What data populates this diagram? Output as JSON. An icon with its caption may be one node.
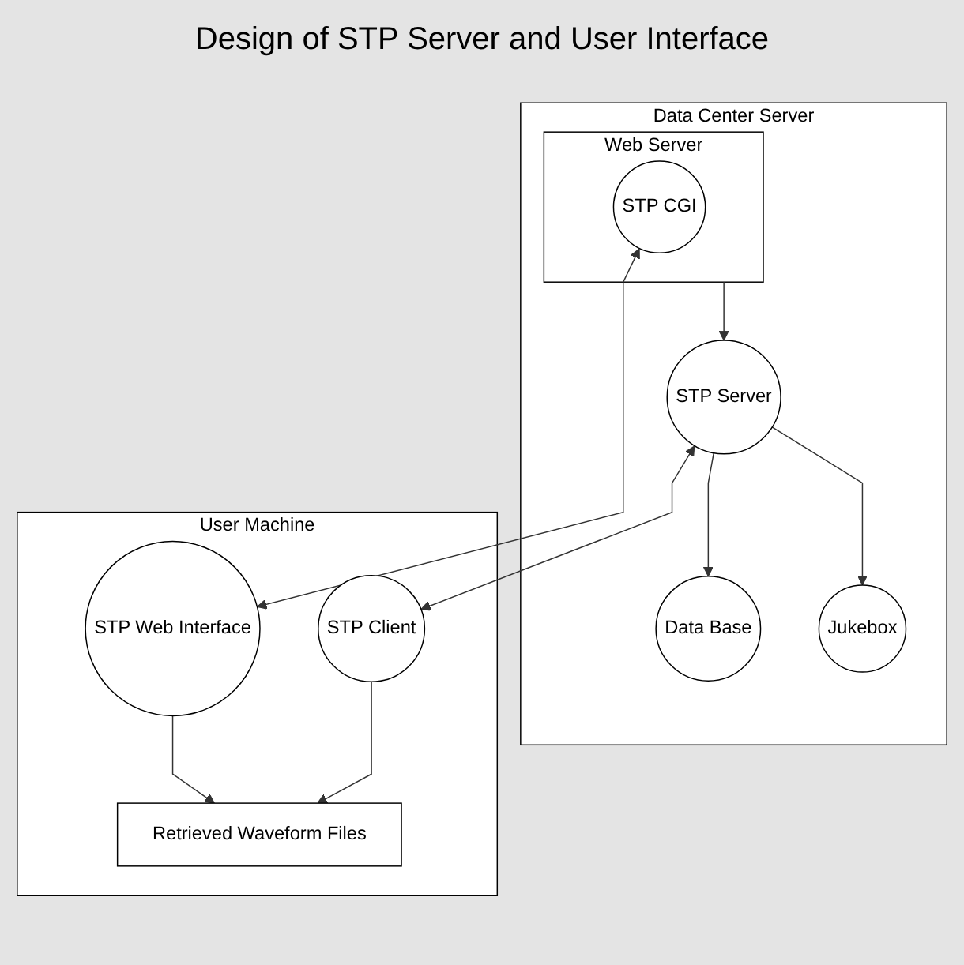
{
  "diagram": {
    "title": "Design of STP Server and User Interface",
    "nodes": [
      {
        "text": [
          "Data Center Server"
        ]
      },
      {
        "text": [
          "STP Server"
        ],
        "in": 0
      },
      {
        "text": [
          "Data Base"
        ],
        "in": 0
      },
      {
        "text": [
          "Jukebox"
        ],
        "in": 0
      },
      {
        "text": [
          "Web Server"
        ],
        "in": 0
      },
      {
        "text": [
          "STP CGI"
        ],
        "in": 4
      },
      {
        "text": [
          "User Machine"
        ]
      },
      {
        "text": [
          "STP Client"
        ],
        "in": 6
      },
      {
        "text": [
          "Retrieved Waveform Files"
        ],
        "in": 6
      },
      {
        "text": [
          "STP Web Interface"
        ],
        "in": 6
      }
    ],
    "edges": [
      {
        "from": 1,
        "to": 7,
        "arrow": "both"
      },
      {
        "from": 1,
        "to": 2,
        "arrow": "to"
      },
      {
        "from": 1,
        "to": 3,
        "arrow": "to"
      },
      {
        "from": 4,
        "to": 1,
        "arrow": "to"
      },
      {
        "from": 7,
        "to": 8,
        "arrow": "to"
      },
      {
        "from": 9,
        "to": 8,
        "arrow": "to"
      },
      {
        "from": 5,
        "to": 9,
        "arrow": "both"
      }
    ]
  }
}
